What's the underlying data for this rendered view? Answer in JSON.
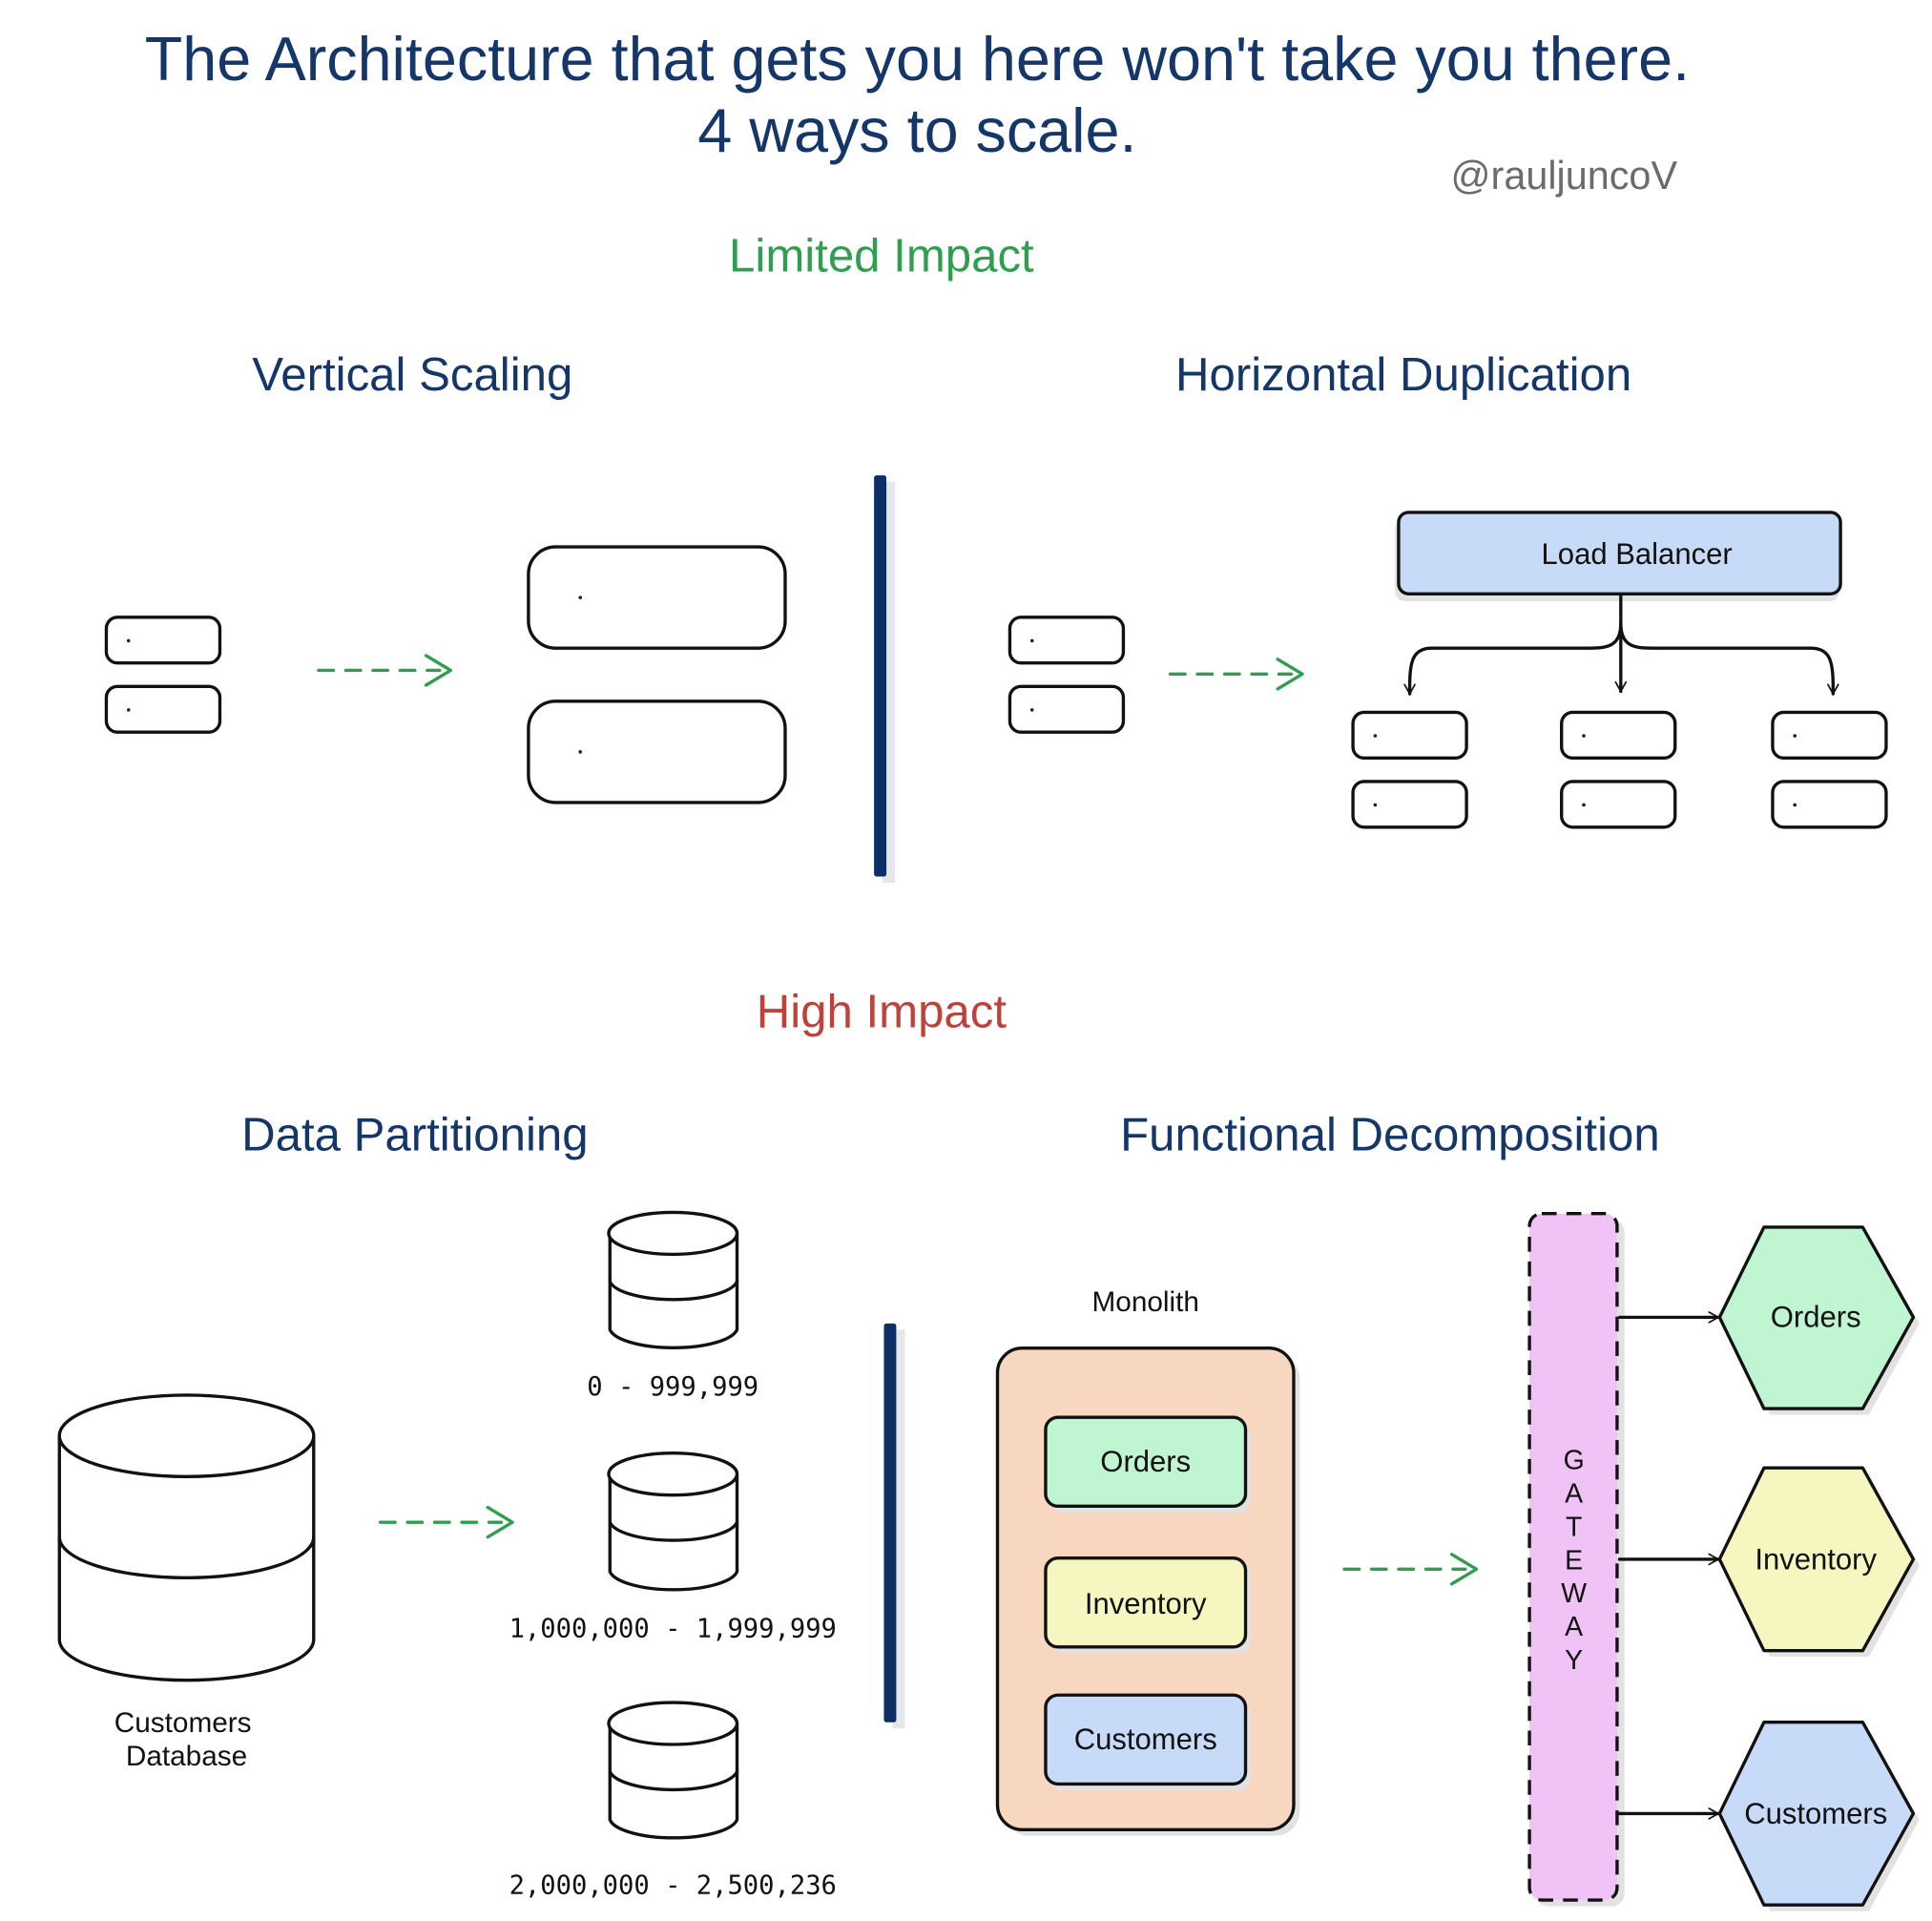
{
  "header": {
    "title_line1": "The Architecture that gets you here won't take you there.",
    "title_line2": "4 ways to scale.",
    "author_handle": "@rauljuncoV"
  },
  "colors": {
    "title": "#143669",
    "limited_impact": "#2f9e4f",
    "high_impact": "#c0403a",
    "handle": "#6e6a6a",
    "divider": "#0e2f66",
    "load_balancer": "#c7dbf8",
    "monolith": "#f8d7c0",
    "orders": "#bff5d0",
    "inventory": "#f6f7c0",
    "customers": "#c7dbf8",
    "gateway": "#f0c2f5"
  },
  "sections": {
    "limited_impact": {
      "label": "Limited Impact",
      "vertical_scaling": {
        "title": "Vertical Scaling",
        "before_servers": 2,
        "after_servers": 2
      },
      "horizontal_duplication": {
        "title": "Horizontal Duplication",
        "load_balancer_label": "Load Balancer",
        "before_servers": 2,
        "replica_groups": 3,
        "servers_per_group": 2
      }
    },
    "high_impact": {
      "label": "High Impact",
      "data_partitioning": {
        "title": "Data Partitioning",
        "source_db_label_line1": "Customers",
        "source_db_label_line2": "Database",
        "partitions": [
          {
            "range": "0 - 999,999"
          },
          {
            "range": "1,000,000 - 1,999,999"
          },
          {
            "range": "2,000,000 - 2,500,236"
          }
        ]
      },
      "functional_decomposition": {
        "title": "Functional Decomposition",
        "monolith_label": "Monolith",
        "monolith_modules": [
          "Orders",
          "Inventory",
          "Customers"
        ],
        "gateway_label": "GATEWAY",
        "gateway_letters": [
          "G",
          "A",
          "T",
          "E",
          "W",
          "A",
          "Y"
        ],
        "services": [
          "Orders",
          "Inventory",
          "Customers"
        ]
      }
    }
  }
}
